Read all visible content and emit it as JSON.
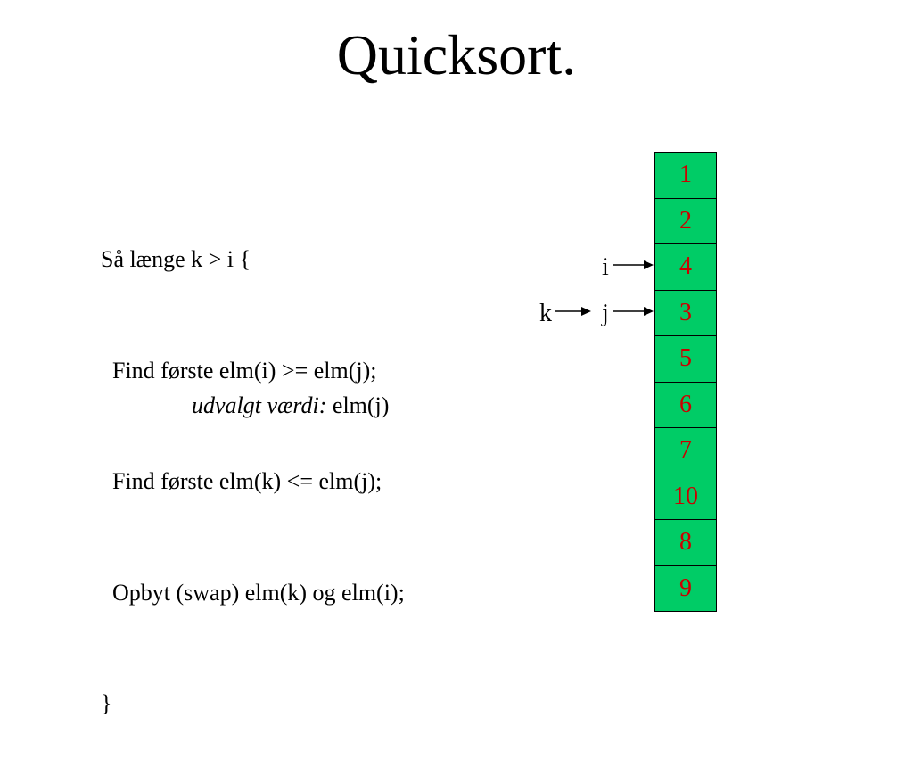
{
  "slide": {
    "title": "Quicksort.",
    "code_lines": [
      "Så længe k > i {",
      "  Find første elm(i) >= elm(j);",
      "  Find første elm(k) <= elm(j);",
      "  Opbyt (swap) elm(k) og elm(i);",
      "}"
    ],
    "pivot_label": "udvalgt værdi:",
    "pivot_value": " elm(j)"
  },
  "array": {
    "cells": [
      "1",
      "2",
      "4",
      "3",
      "5",
      "6",
      "7",
      "10",
      "8",
      "9"
    ],
    "cell_color": "#00cc66",
    "text_color": "#cc0000"
  },
  "pointers": {
    "i": "i",
    "j": "j",
    "k": "k"
  }
}
